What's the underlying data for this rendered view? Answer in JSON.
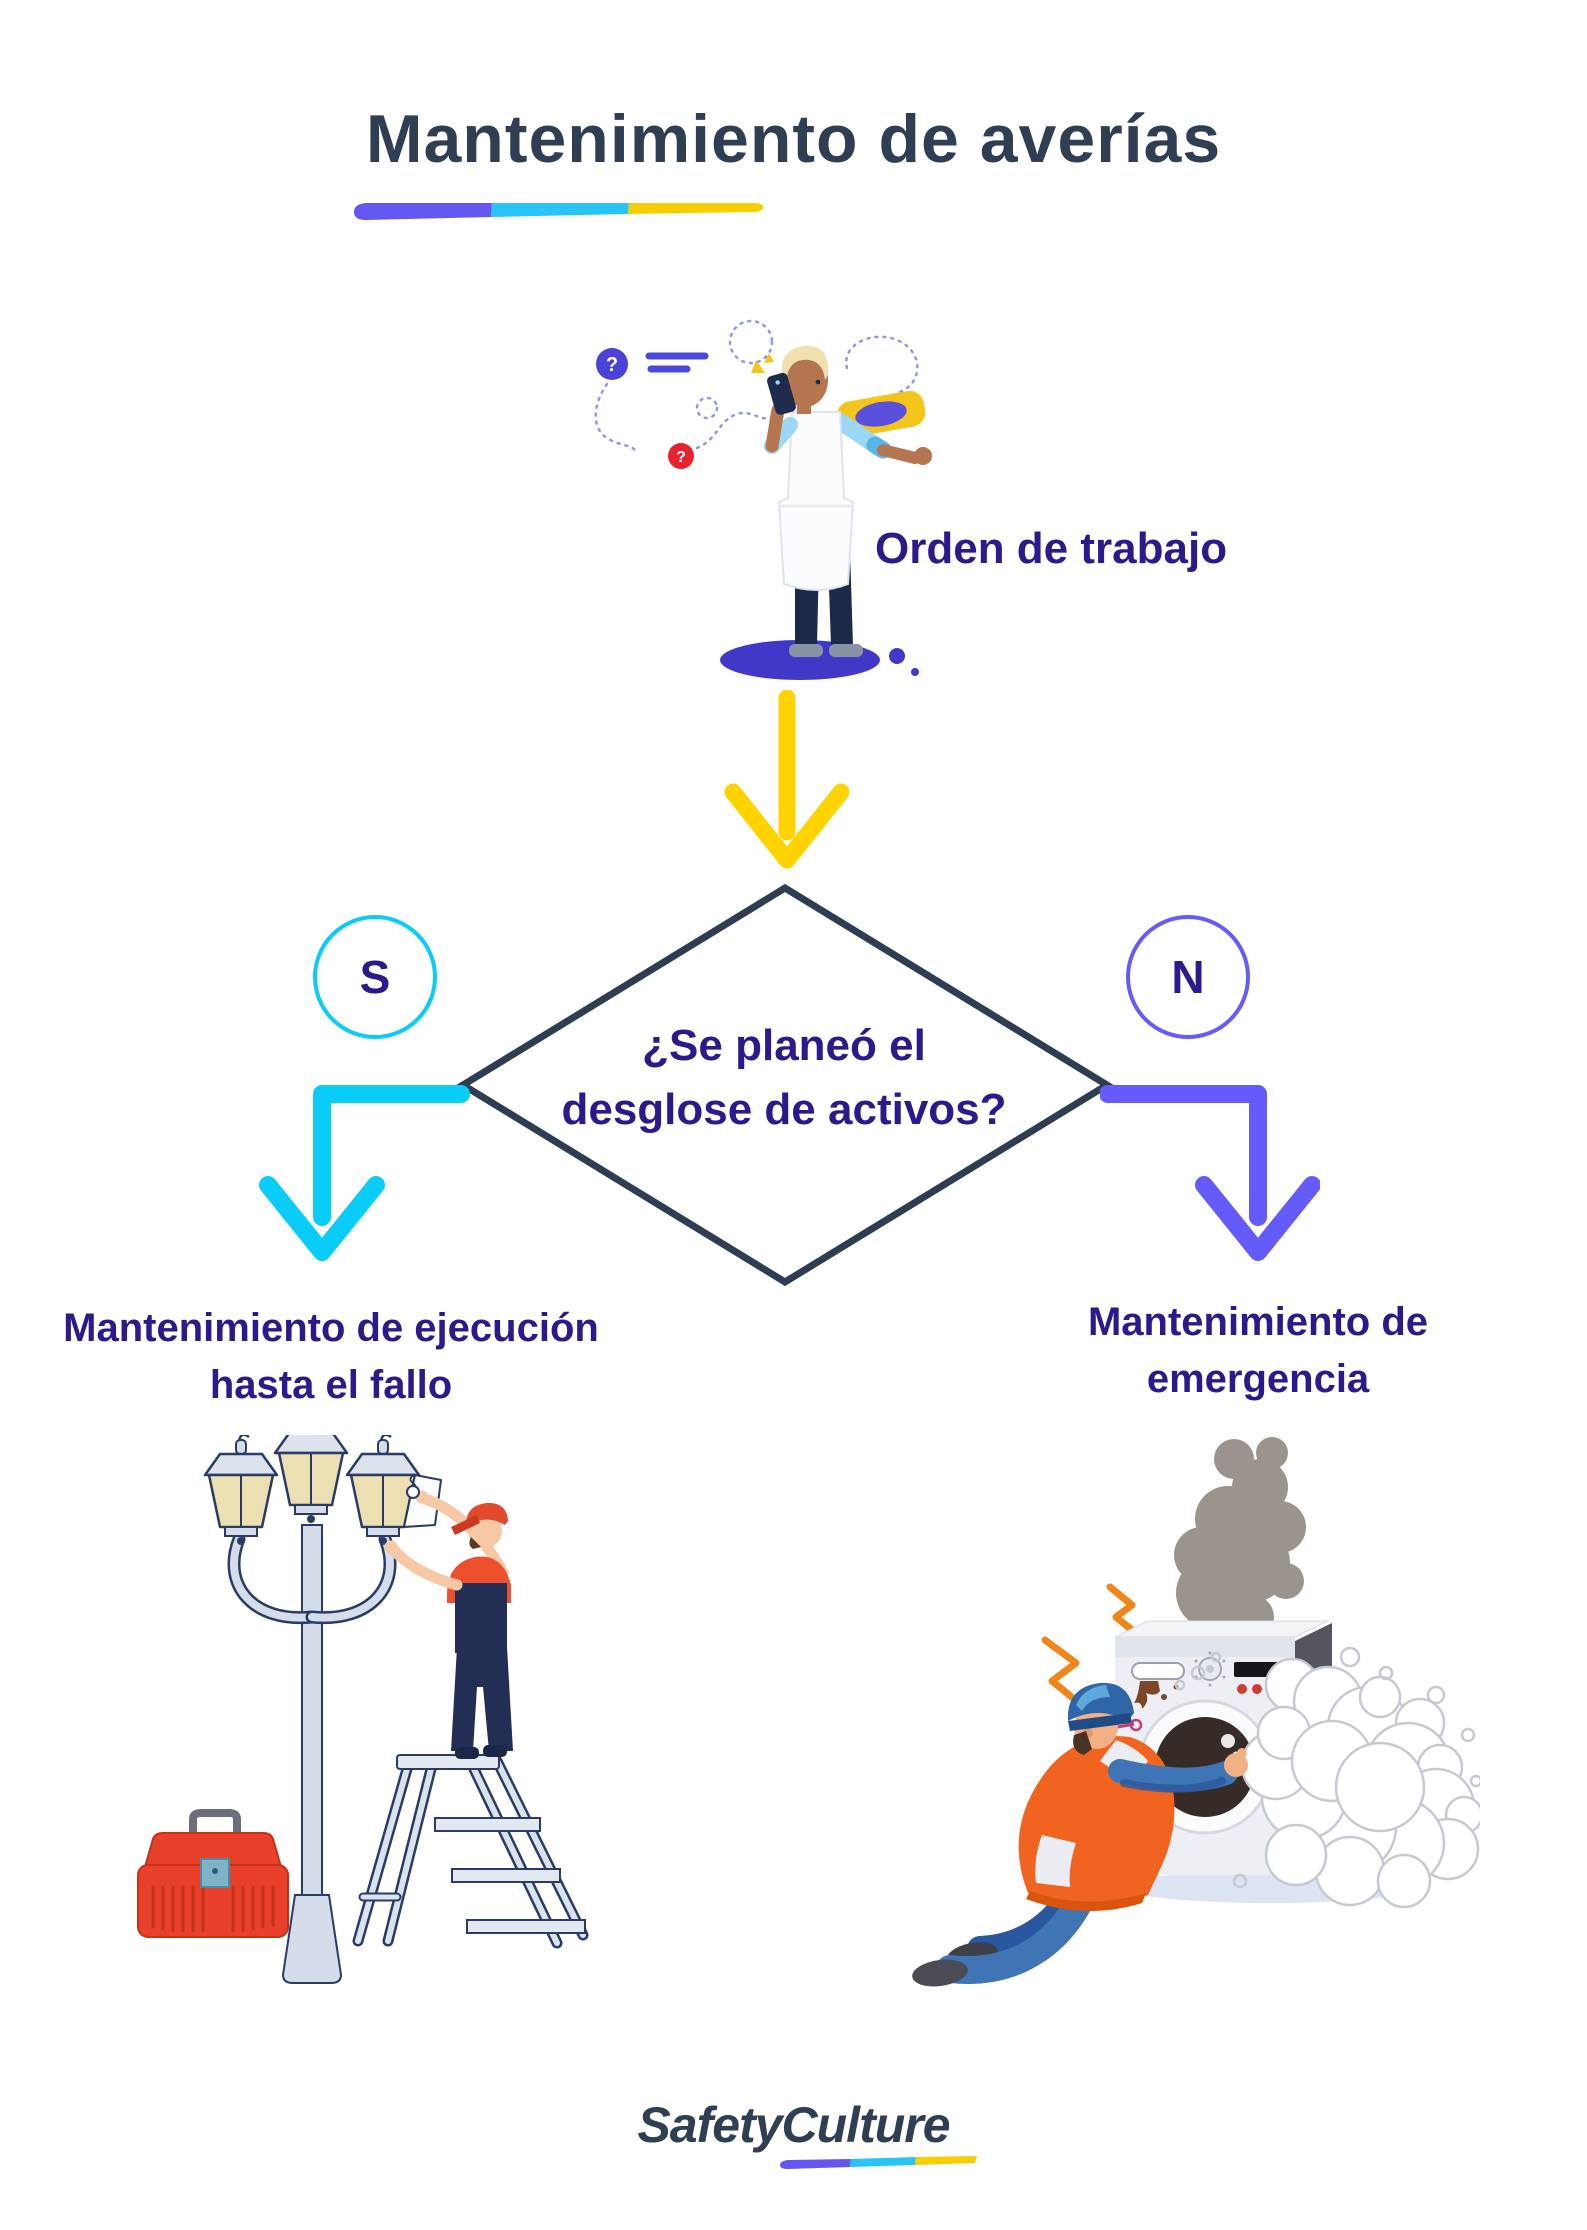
{
  "header": {
    "title": "Mantenimiento de averías"
  },
  "flow": {
    "start": {
      "label": "Orden de trabajo",
      "illustration": "worker-with-phone-creating-work-order"
    },
    "decision": {
      "line1": "¿Se planeó el",
      "line2": "desglose de activos?"
    },
    "branch_yes": {
      "badge": "S",
      "label_line1": "Mantenimiento de ejecución",
      "label_line2": "hasta el fallo",
      "illustration": "technician-on-stepladder-fixing-street-lamp-with-toolbox"
    },
    "branch_no": {
      "badge": "N",
      "label_line1": "Mantenimiento de",
      "label_line2": "emergencia",
      "illustration": "technician-repairing-smoking-foaming-washing-machine"
    }
  },
  "decor": {
    "question_mark": "?"
  },
  "footer": {
    "brand": "SafetyCulture"
  },
  "colors": {
    "heading_slate": "#2F3E52",
    "label_indigo": "#2B1A8C",
    "branch_yes_cyan": "#0ACCF8",
    "branch_no_purple": "#655BFB",
    "start_arrow_yellow": "#FFD200",
    "swoosh_purple": "#6456F0",
    "swoosh_cyan": "#29C4F4",
    "swoosh_yellow": "#F8CE02",
    "diamond_outline": "#2E3D52"
  }
}
